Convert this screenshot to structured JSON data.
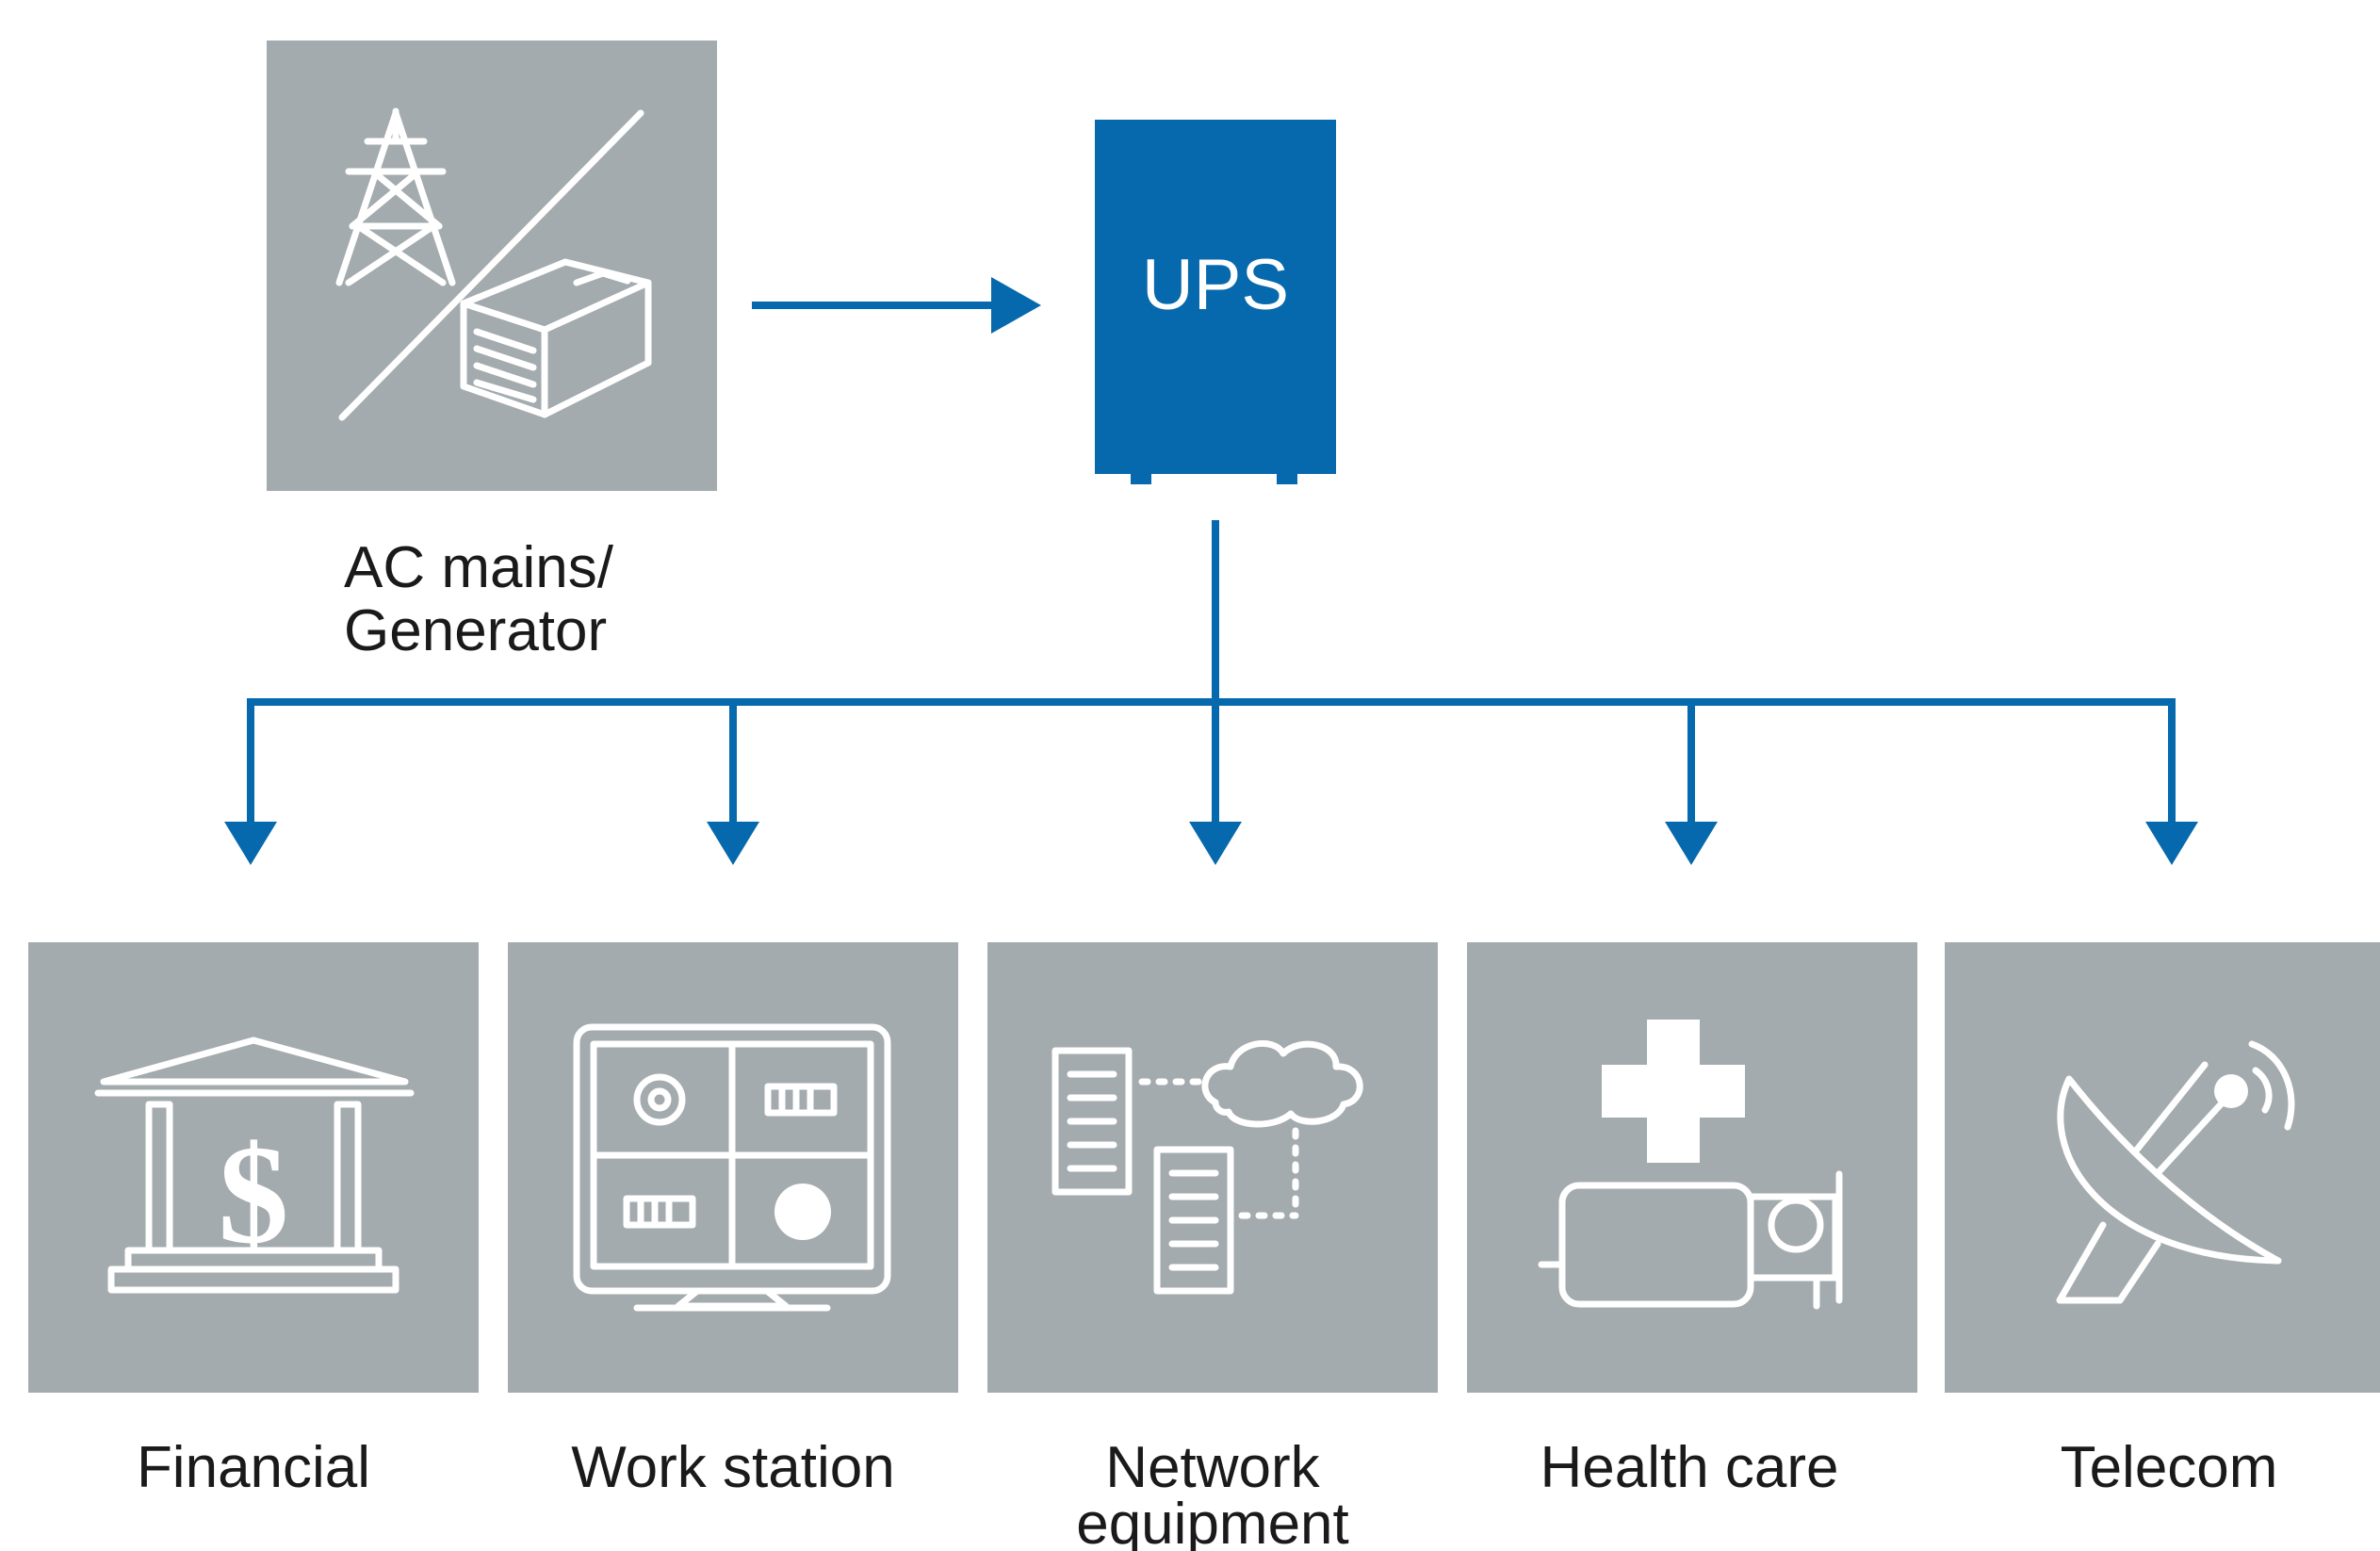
{
  "source": {
    "label_line1": "AC mains/",
    "label_line2": "Generator",
    "icon": "power-tower-generator-icon"
  },
  "ups": {
    "label": "UPS",
    "color": "#0769ad"
  },
  "loads": [
    {
      "label_line1": "Financial",
      "label_line2": "",
      "icon": "bank-dollar-icon"
    },
    {
      "label_line1": "Work station",
      "label_line2": "",
      "icon": "monitor-workstation-icon"
    },
    {
      "label_line1": "Network",
      "label_line2": "equipment",
      "icon": "network-cloud-icon"
    },
    {
      "label_line1": "Health care",
      "label_line2": "",
      "icon": "medical-cross-icon"
    },
    {
      "label_line1": "Telecom",
      "label_line2": "",
      "icon": "satellite-dish-icon"
    }
  ],
  "colors": {
    "accent": "#0769ad",
    "tile": "#a3abae",
    "icon": "#ffffff"
  }
}
